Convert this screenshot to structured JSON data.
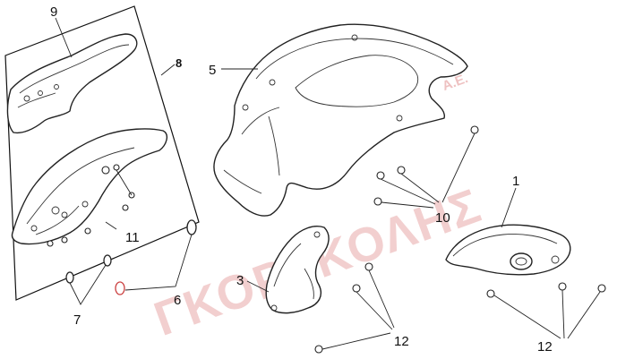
{
  "callouts": {
    "c1": "1",
    "c3": "3",
    "c5": "5",
    "c6": "6",
    "c7": "7",
    "c8": "8",
    "c9": "9",
    "c10": "10",
    "c11": "11",
    "c12a": "12",
    "c12b": "12"
  },
  "watermark": {
    "main": "ΓΚΟΡΓΚΟΛΗΣ",
    "sub": "Α.Ε."
  },
  "colors": {
    "line": "#222222",
    "watermark": "#e8a8a8"
  }
}
